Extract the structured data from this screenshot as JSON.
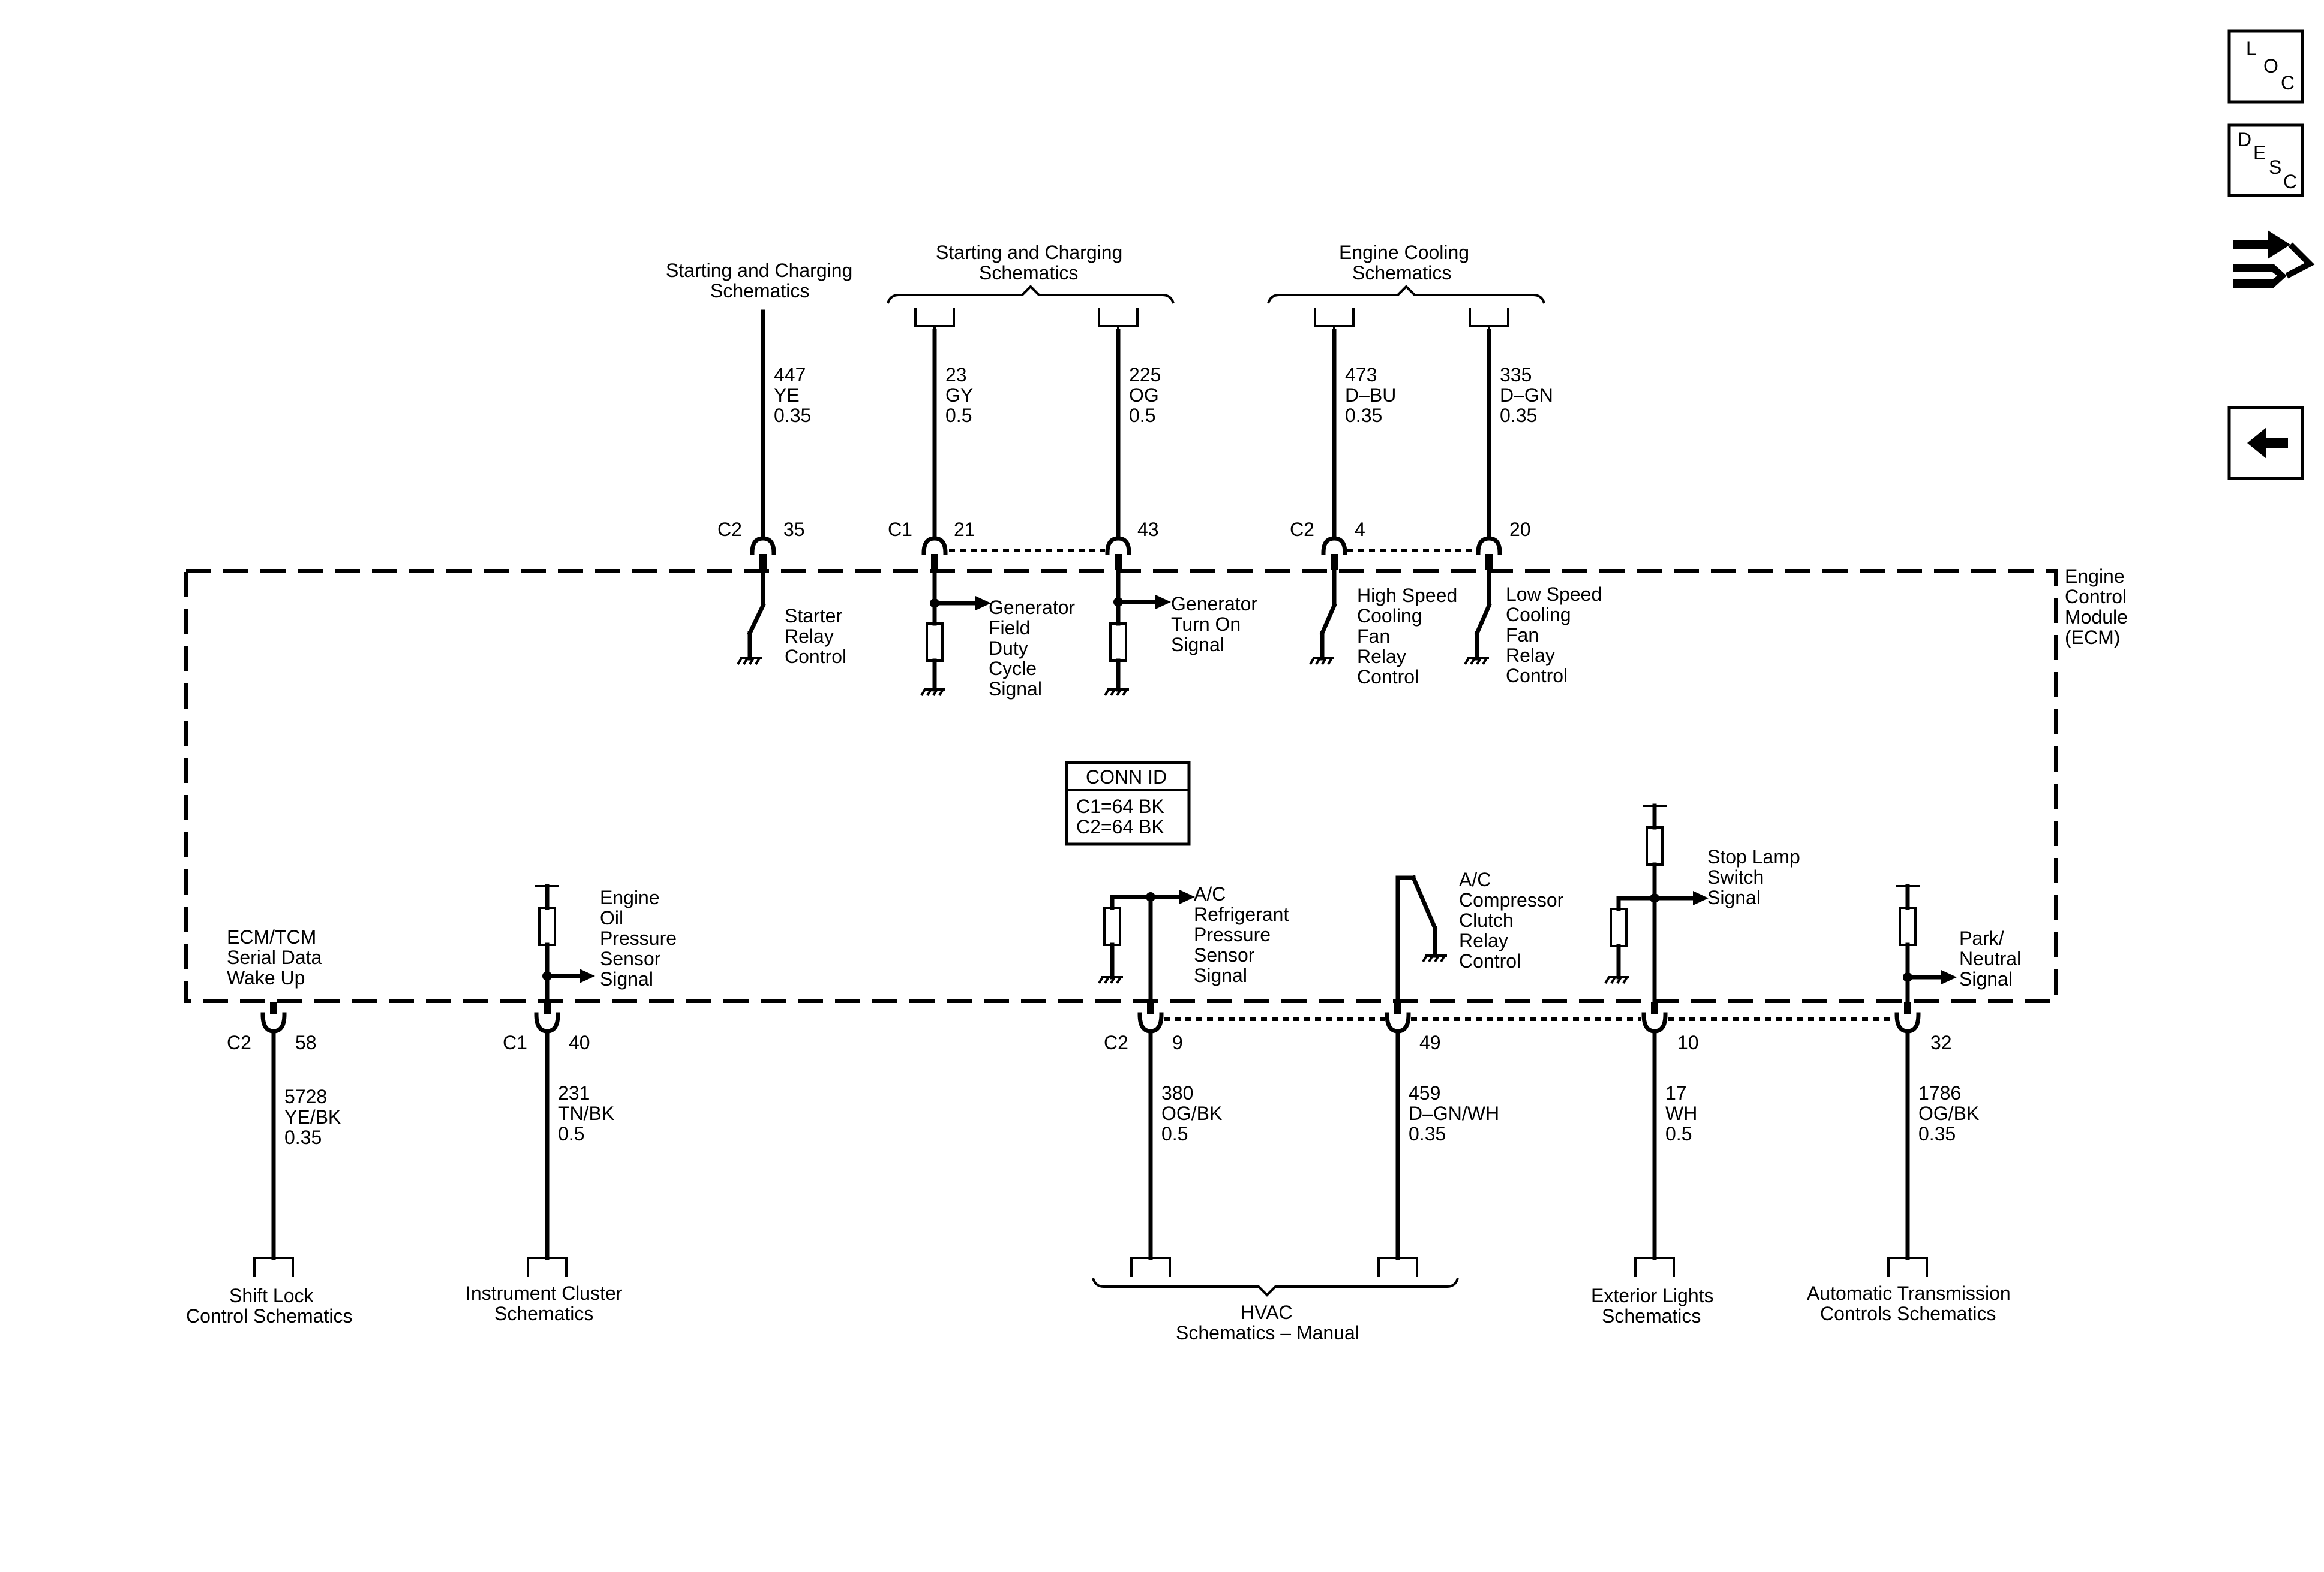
{
  "nav": {
    "loc": [
      "L",
      "O",
      "C"
    ],
    "desc": [
      "D",
      "E",
      "S",
      "C"
    ]
  },
  "module": {
    "label": [
      "Engine",
      "Control",
      "Module",
      "(ECM)"
    ]
  },
  "conn_id": {
    "title": "CONN ID",
    "lines": [
      "C1=64 BK",
      "C2=64 BK"
    ]
  },
  "top_destinations": [
    [
      "Starting and Charging",
      "Schematics"
    ],
    [
      "Starting and Charging",
      "Schematics"
    ],
    [
      "Engine Cooling",
      "Schematics"
    ]
  ],
  "top_circuits": [
    {
      "wire": [
        "447",
        "YE",
        "0.35"
      ],
      "connector": "C2",
      "pin": "35",
      "label": [
        "Starter",
        "Relay",
        "Control"
      ]
    },
    {
      "wire": [
        "23",
        "GY",
        "0.5"
      ],
      "connector": "C1",
      "pin": "21",
      "label": [
        "Generator",
        "Field",
        "Duty",
        "Cycle",
        "Signal"
      ]
    },
    {
      "wire": [
        "225",
        "OG",
        "0.5"
      ],
      "connector": "",
      "pin": "43",
      "label": [
        "Generator",
        "Turn On",
        "Signal"
      ]
    },
    {
      "wire": [
        "473",
        "D–BU",
        "0.35"
      ],
      "connector": "C2",
      "pin": "4",
      "label": [
        "High Speed",
        "Cooling",
        "Fan",
        "Relay",
        "Control"
      ]
    },
    {
      "wire": [
        "335",
        "D–GN",
        "0.35"
      ],
      "connector": "",
      "pin": "20",
      "label": [
        "Low Speed",
        "Cooling",
        "Fan",
        "Relay",
        "Control"
      ]
    }
  ],
  "bottom_circuits": [
    {
      "wire": [
        "5728",
        "YE/BK",
        "0.35"
      ],
      "connector": "C2",
      "pin": "58",
      "label": [
        "ECM/TCM",
        "Serial Data",
        "Wake Up"
      ]
    },
    {
      "wire": [
        "231",
        "TN/BK",
        "0.5"
      ],
      "connector": "C1",
      "pin": "40",
      "label": [
        "Engine",
        "Oil",
        "Pressure",
        "Sensor",
        "Signal"
      ]
    },
    {
      "wire": [
        "380",
        "OG/BK",
        "0.5"
      ],
      "connector": "C2",
      "pin": "9",
      "label": [
        "A/C",
        "Refrigerant",
        "Pressure",
        "Sensor",
        "Signal"
      ]
    },
    {
      "wire": [
        "459",
        "D–GN/WH",
        "0.35"
      ],
      "connector": "",
      "pin": "49",
      "label": [
        "A/C",
        "Compressor",
        "Clutch",
        "Relay",
        "Control"
      ]
    },
    {
      "wire": [
        "17",
        "WH",
        "0.5"
      ],
      "connector": "",
      "pin": "10",
      "label": [
        "Stop Lamp",
        "Switch",
        "Signal"
      ]
    },
    {
      "wire": [
        "1786",
        "OG/BK",
        "0.35"
      ],
      "connector": "",
      "pin": "32",
      "label": [
        "Park/",
        "Neutral",
        "Signal"
      ]
    }
  ],
  "bottom_destinations": [
    [
      "Shift Lock",
      "Control Schematics"
    ],
    [
      "Instrument Cluster",
      "Schematics"
    ],
    [
      "HVAC",
      "Schematics – Manual"
    ],
    [
      "Exterior Lights",
      "Schematics"
    ],
    [
      "Automatic Transmission",
      "Controls Schematics"
    ]
  ]
}
